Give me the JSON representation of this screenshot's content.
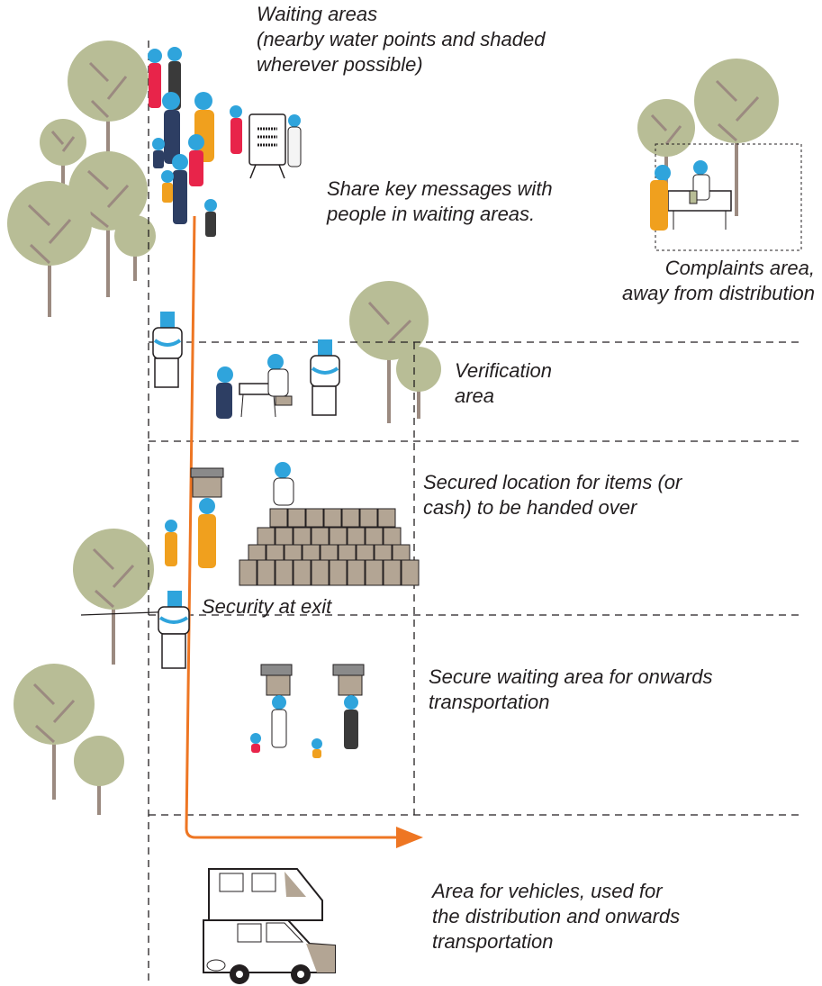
{
  "labels": {
    "waiting_areas": {
      "lines": [
        "Waiting areas",
        "(nearby water points and shaded",
        "wherever possible)"
      ]
    },
    "key_messages": {
      "lines": [
        "Share key messages with",
        "people in waiting areas."
      ]
    },
    "complaints": {
      "lines": [
        "Complaints area,",
        "away from distribution"
      ]
    },
    "verification": {
      "lines": [
        "Verification",
        "area"
      ]
    },
    "secured_location": {
      "lines": [
        "Secured location for items (or",
        "cash) to be handed over"
      ]
    },
    "security_exit": {
      "lines": [
        "Security at exit"
      ]
    },
    "secure_waiting": {
      "lines": [
        "Secure waiting area for onwards",
        "transportation"
      ]
    },
    "vehicles": {
      "lines": [
        "Area for vehicles, used for",
        "the distribution and onwards",
        "transportation"
      ]
    }
  },
  "colors": {
    "flow_arrow": "#ee7623",
    "tree_canopy": "#b8bd96",
    "tree_trunk": "#9b8a80",
    "zone_line": "#231f20",
    "person_skin": "#2fa4dc",
    "clothing_red": "#e8244a",
    "clothing_orange": "#f0a01e",
    "clothing_navy": "#2d3e63",
    "crate_brown": "#b3a594",
    "car_white": "#ffffff"
  },
  "icons": [
    "tree-icon",
    "person-icon",
    "guard-icon",
    "staff-icon",
    "table-icon",
    "notice-board-icon",
    "crate-icon",
    "vehicle-icon",
    "flow-arrow-icon"
  ]
}
